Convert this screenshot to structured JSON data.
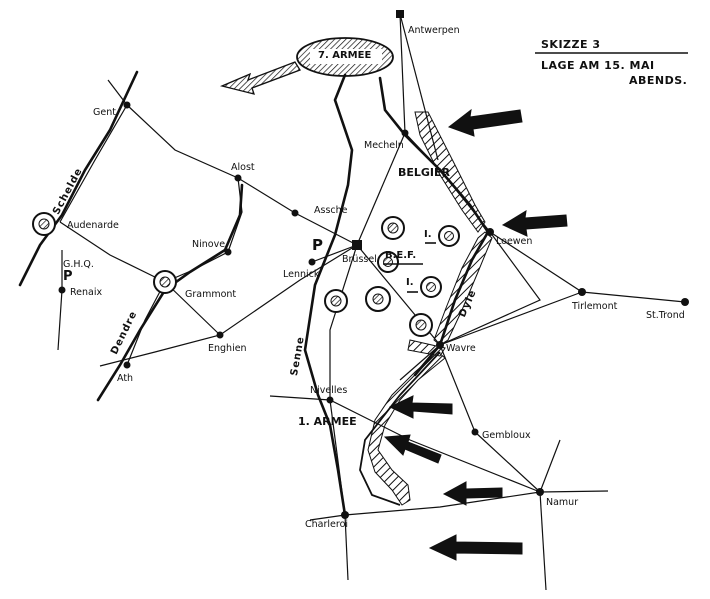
{
  "title": {
    "line1": "SKIZZE 3",
    "line2": "LAGE AM  15. MAI",
    "line3": "ABENDS."
  },
  "places": {
    "antwerpen": "Antwerpen",
    "gent": "Gent",
    "mecheln": "Mecheln",
    "aalst": "Alost",
    "asche": "Assche",
    "audenarde": "Audenarde",
    "ninove": "Ninove",
    "lennick": "Lennick",
    "bruessel": "Brüssel",
    "loewen": "Loewen",
    "ghq": "G.H.Q.",
    "renaix": "Renaix",
    "grammont": "Grammont",
    "tirlemont": "Tirlemont",
    "sttrond": "St.Trond",
    "enghien": "Enghien",
    "wavre": "Wavre",
    "ath": "Ath",
    "nivelles": "Nivelles",
    "gembloux": "Gembloux",
    "namur": "Namur",
    "charleroi": "Charleroi"
  },
  "rivers": {
    "schelde": "Schelde",
    "dendre": "Dendre",
    "senne": "Senne",
    "dyle": "Dyle"
  },
  "armies": {
    "seventh": "7. ARMEE",
    "first": "1. ARMEE",
    "belgier": "BELGIER",
    "bef": "B.E.F."
  },
  "symbols": {
    "p": "P",
    "i": "I."
  },
  "colors": {
    "ink": "#111111",
    "paper": "#ffffff"
  }
}
